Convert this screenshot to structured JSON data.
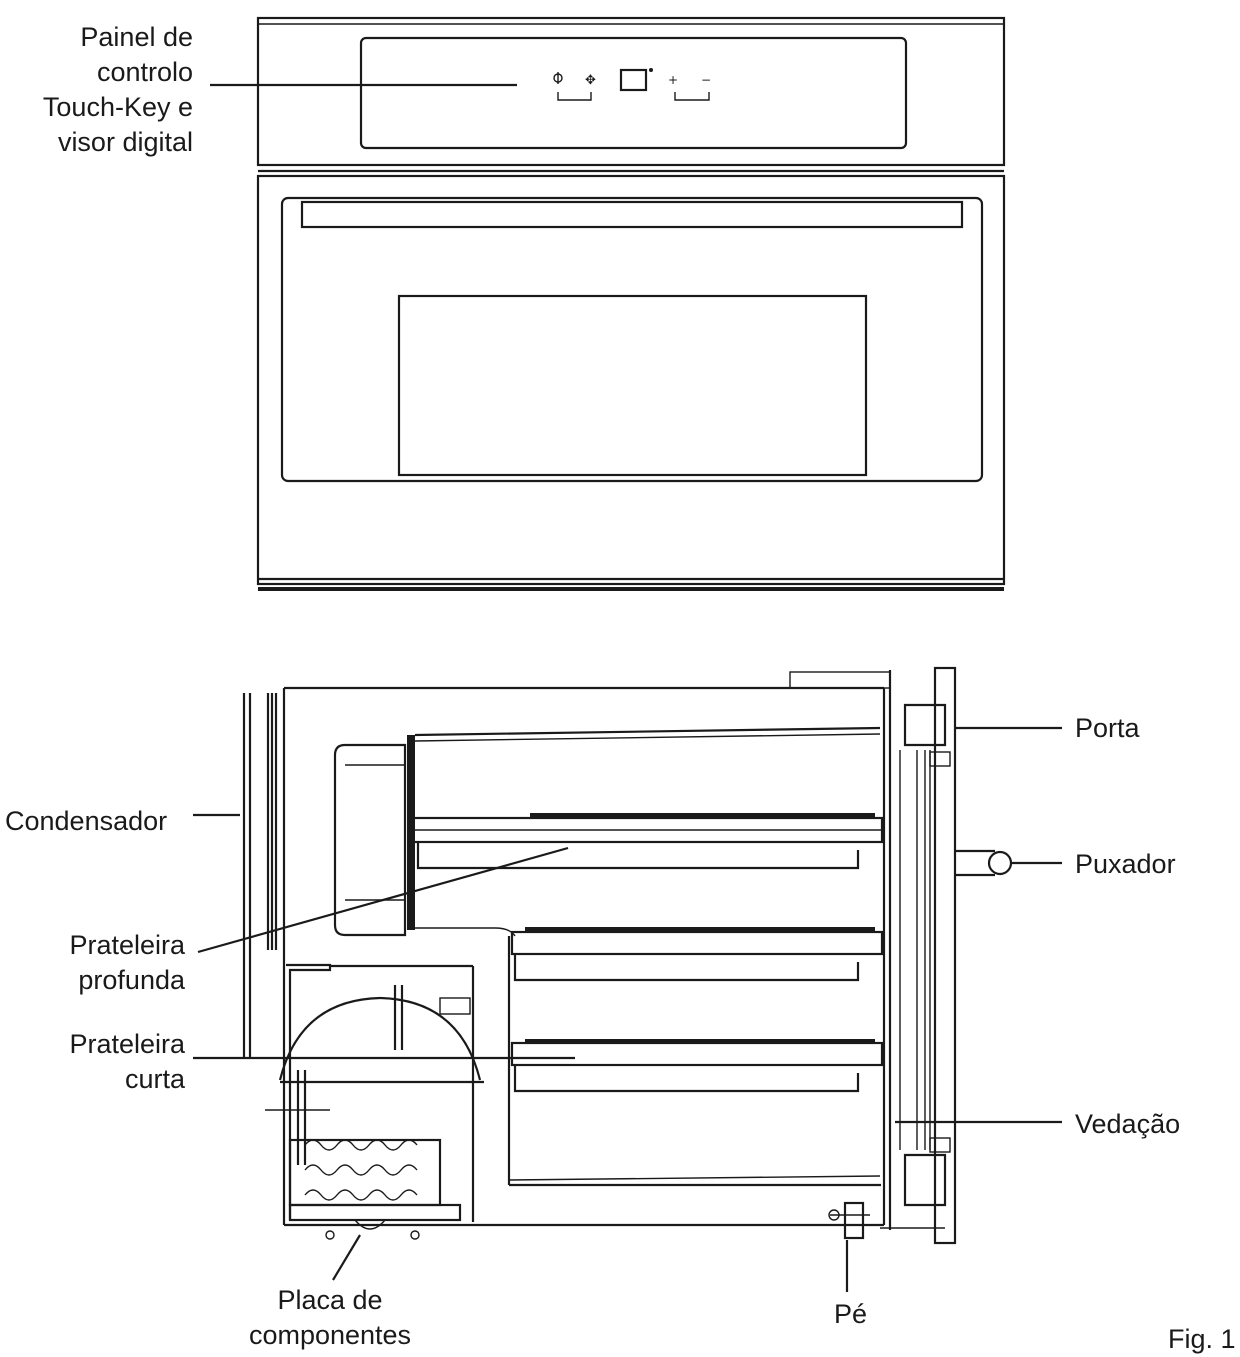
{
  "labels": {
    "control_panel": [
      "Painel de",
      "controlo",
      "Touch-Key e",
      "visor digital"
    ],
    "condenser": "Condensador",
    "deep_shelf": [
      "Prateleira",
      "profunda"
    ],
    "short_shelf": [
      "Prateleira",
      "curta"
    ],
    "component_plate": [
      "Placa de",
      "componentes"
    ],
    "foot": "Pé",
    "door": "Porta",
    "handle": "Puxador",
    "seal": "Vedação",
    "figure": "Fig. 1"
  }
}
